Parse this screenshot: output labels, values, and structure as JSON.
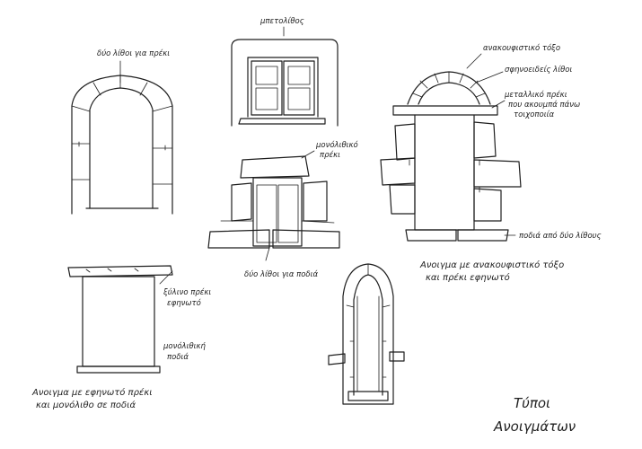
{
  "sheet": {
    "title_line1": "Τύποι",
    "title_line2": "Ανοιγμάτων"
  },
  "sketches": {
    "arch_door": {
      "label_top": "δύο λίθοι για πρέκι"
    },
    "window": {
      "label_top": "μπετολίθος"
    },
    "stone_door": {
      "label_lintel_line1": "μονόλιθικό",
      "label_lintel_line2": "πρέκι",
      "label_sill": "δύο λίθοι για ποδιά"
    },
    "relief_arch_door": {
      "label_arch": "ανακουφιστικό τόξο",
      "label_stones": "σφηνοειδείς λίθοι",
      "label_beam_line1": "μεταλλικό πρέκι",
      "label_beam_line2": "που ακουμπά πάνω",
      "label_beam_line3": "τοιχοποιία",
      "label_sill": "ποδιά από δύο λίθους",
      "caption_line1": "Ανοιγμα με ανακουφιστικό τόξο",
      "caption_line2": "και πρέκι εφηνωτό"
    },
    "wood_lintel_opening": {
      "label_lintel_line1": "ξύλινο πρέκι",
      "label_lintel_line2": "εφηνωτό",
      "label_sill_line1": "μονόλιθική",
      "label_sill_line2": "ποδιά",
      "caption_line1": "Ανοιγμα με εφηνωτό πρέκι",
      "caption_line2": "και μονόλιθο σε ποδιά"
    }
  },
  "colors": {
    "ink": "#1e1e1e",
    "paper": "#ffffff"
  }
}
